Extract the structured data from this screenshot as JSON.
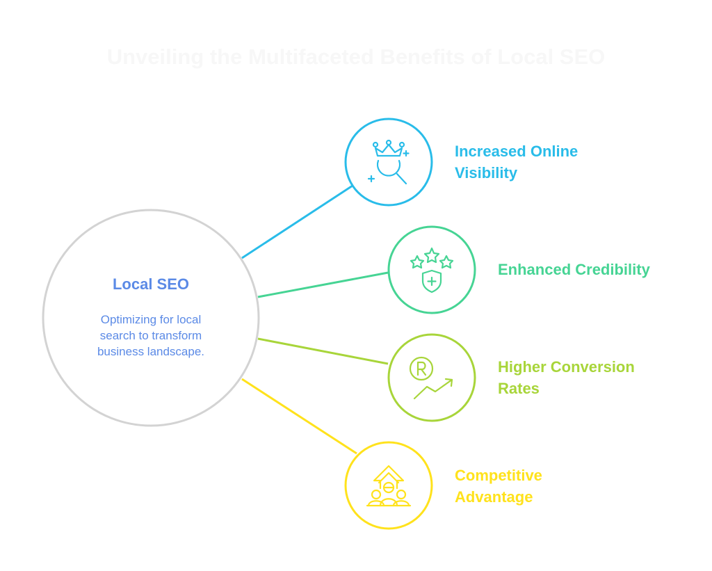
{
  "title": "Unveiling the Multifaceted Benefits of Local SEO",
  "center": {
    "title": "Local SEO",
    "description_lines": [
      "Optimizing for local",
      "search to transform",
      "business landscape."
    ]
  },
  "benefits": [
    {
      "lines": [
        "Increased Online",
        "Visibility"
      ],
      "color": "#29bce9",
      "icon": "crown-search-icon"
    },
    {
      "lines": [
        "Enhanced Credibility"
      ],
      "color": "#46d494",
      "icon": "stars-shield-icon"
    },
    {
      "lines": [
        "Higher Conversion",
        "Rates"
      ],
      "color": "#a8d53a",
      "icon": "rupee-growth-icon"
    },
    {
      "lines": [
        "Competitive",
        "Advantage"
      ],
      "color": "#ffe21c",
      "icon": "team-arrow-up-icon"
    }
  ],
  "colors": {
    "center_ring": "#d3d3d3",
    "center_text": "#5b8ae6",
    "title": "#f7f7f7"
  }
}
